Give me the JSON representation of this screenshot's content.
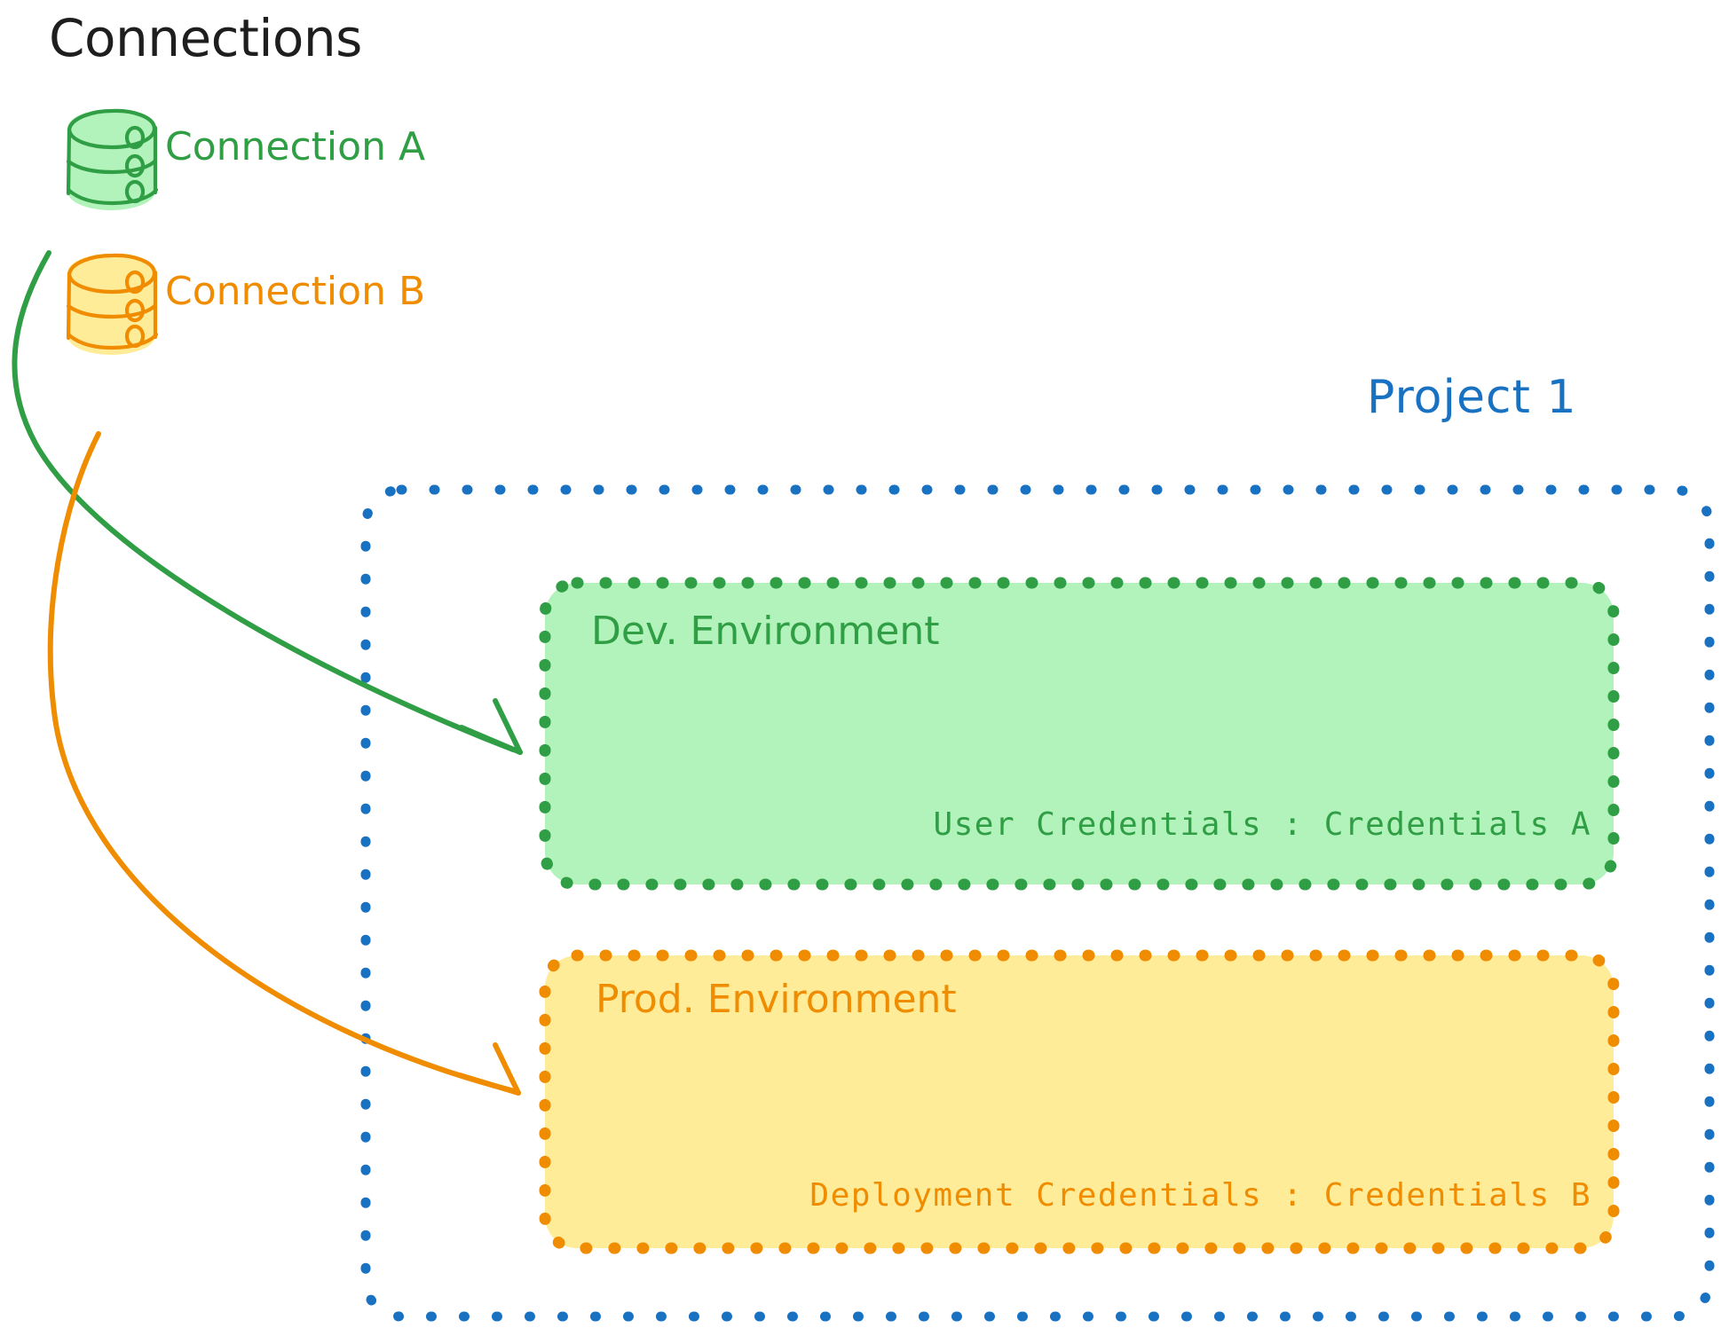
{
  "diagram": {
    "title": "Connections",
    "connections": [
      {
        "label": "Connection A",
        "color": "#2f9e44",
        "icon": "database-icon"
      },
      {
        "label": "Connection B",
        "color": "#f08c00",
        "icon": "database-icon"
      }
    ],
    "project": {
      "label": "Project 1",
      "color": "#1971c2",
      "environments": [
        {
          "name": "Dev. Environment",
          "credentials_line": "User Credentials : Credentials A",
          "color": "#2f9e44",
          "fill": "#b2f2bb"
        },
        {
          "name": "Prod. Environment",
          "credentials_line": "Deployment Credentials : Credentials B",
          "color": "#f08c00",
          "fill": "#ffec99"
        }
      ]
    },
    "arrows": [
      {
        "from": "Connection A",
        "to": "Dev. Environment",
        "color": "#2f9e44"
      },
      {
        "from": "Connection B",
        "to": "Prod. Environment",
        "color": "#f08c00"
      }
    ]
  }
}
